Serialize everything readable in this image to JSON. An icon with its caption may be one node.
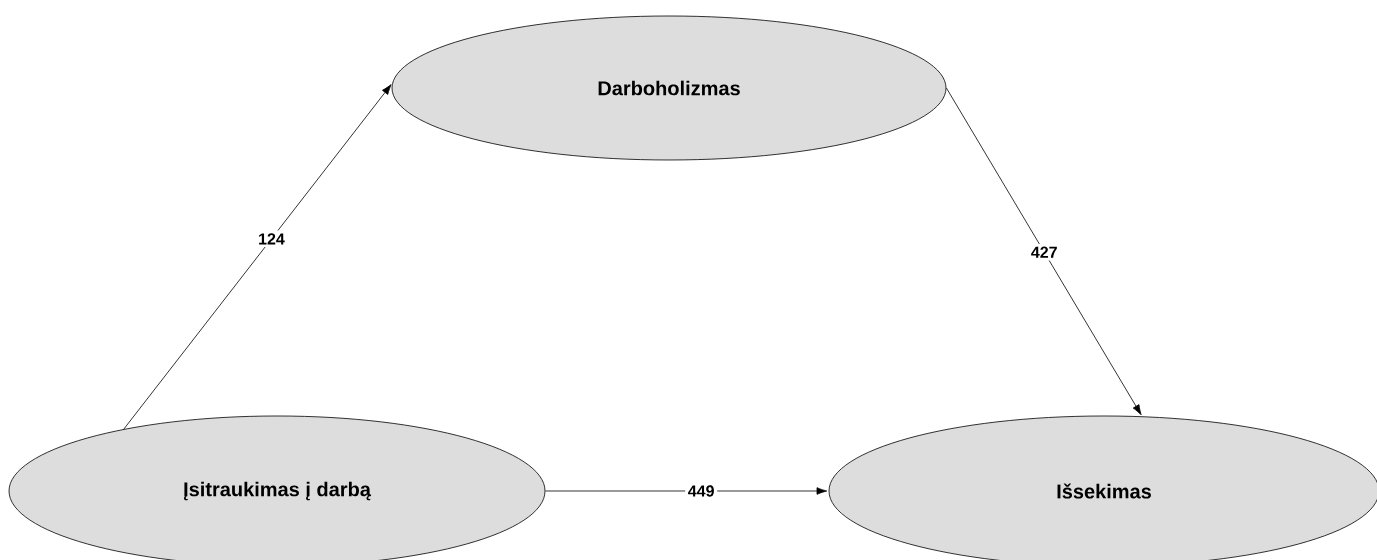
{
  "diagram": {
    "nodes": [
      {
        "text": [
          "Darboholizmas"
        ]
      },
      {
        "text": [
          "Įsitraukimas į darbą"
        ]
      },
      {
        "text": [
          "Išsekimas"
        ]
      }
    ],
    "edges": [
      {
        "from": 1,
        "to": 0,
        "arrow": "to",
        "label": "124"
      },
      {
        "from": 0,
        "to": 2,
        "arrow": "to",
        "label": "427"
      },
      {
        "from": 1,
        "to": 2,
        "arrow": "to",
        "label": "449"
      }
    ]
  }
}
